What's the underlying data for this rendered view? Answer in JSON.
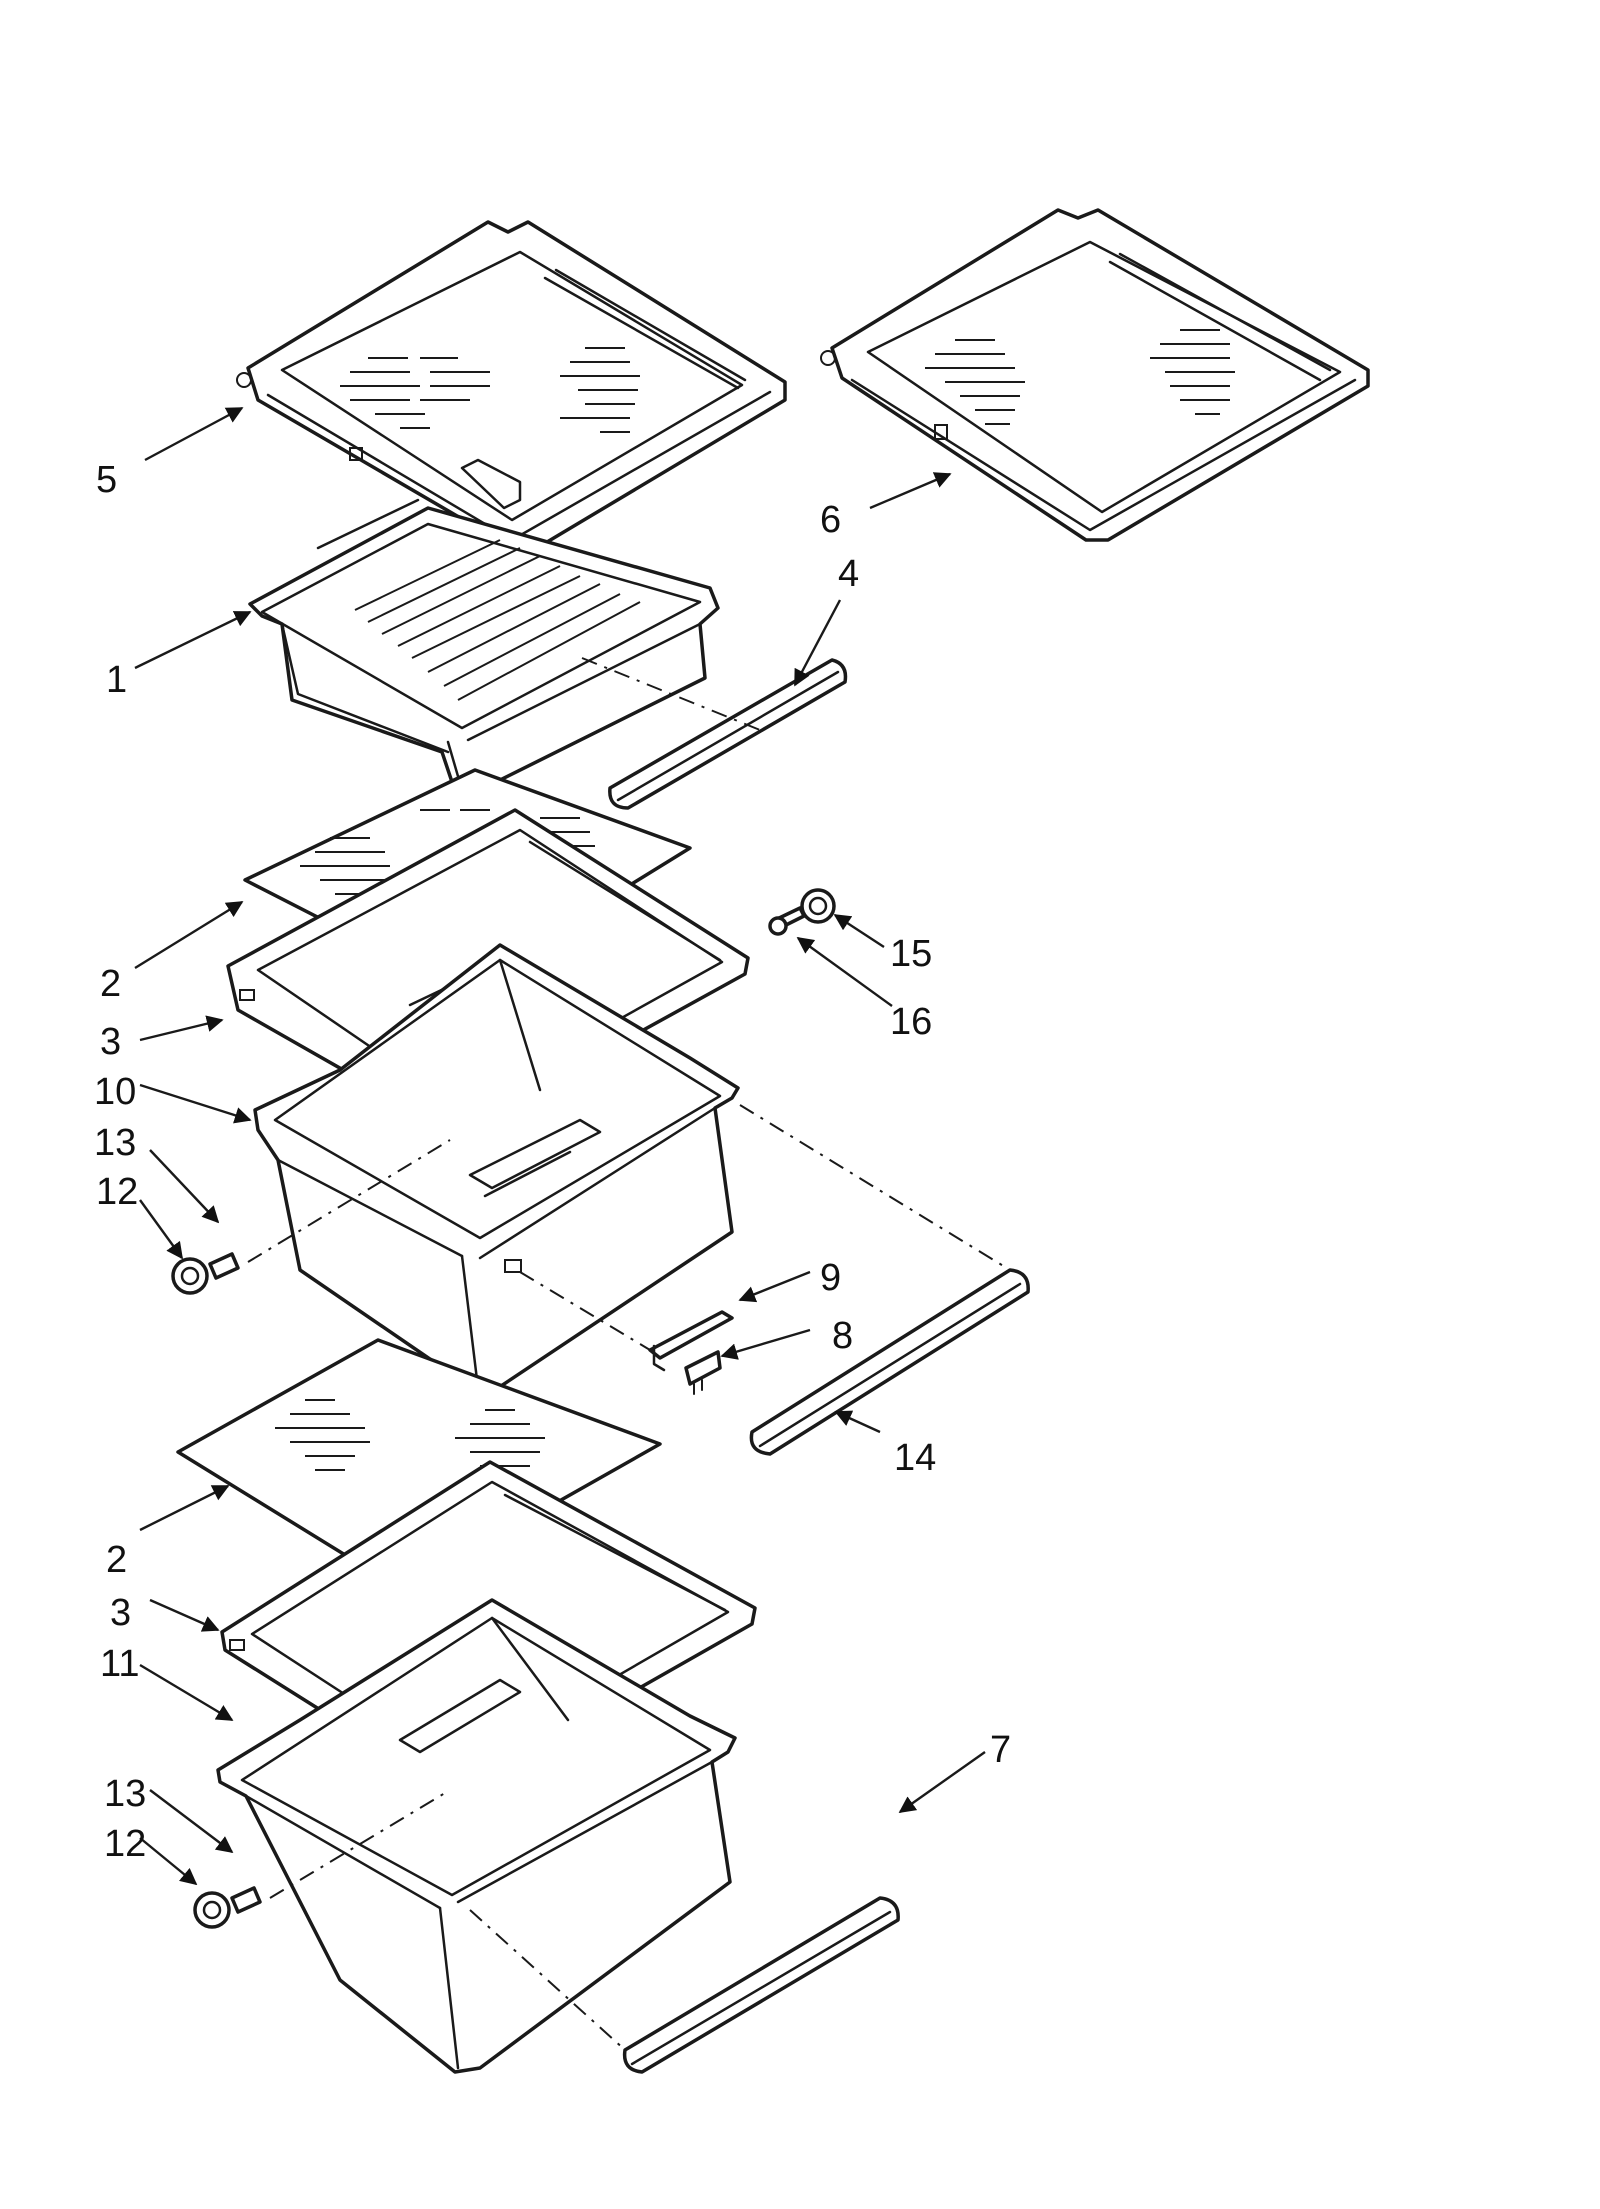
{
  "callouts": {
    "c1": "1",
    "c2a": "2",
    "c2b": "2",
    "c3a": "3",
    "c3b": "3",
    "c4": "4",
    "c5": "5",
    "c6": "6",
    "c7": "7",
    "c8": "8",
    "c9": "9",
    "c10": "10",
    "c11": "11",
    "c12a": "12",
    "c12b": "12",
    "c13a": "13",
    "c13b": "13",
    "c14": "14",
    "c15": "15",
    "c16": "16"
  }
}
